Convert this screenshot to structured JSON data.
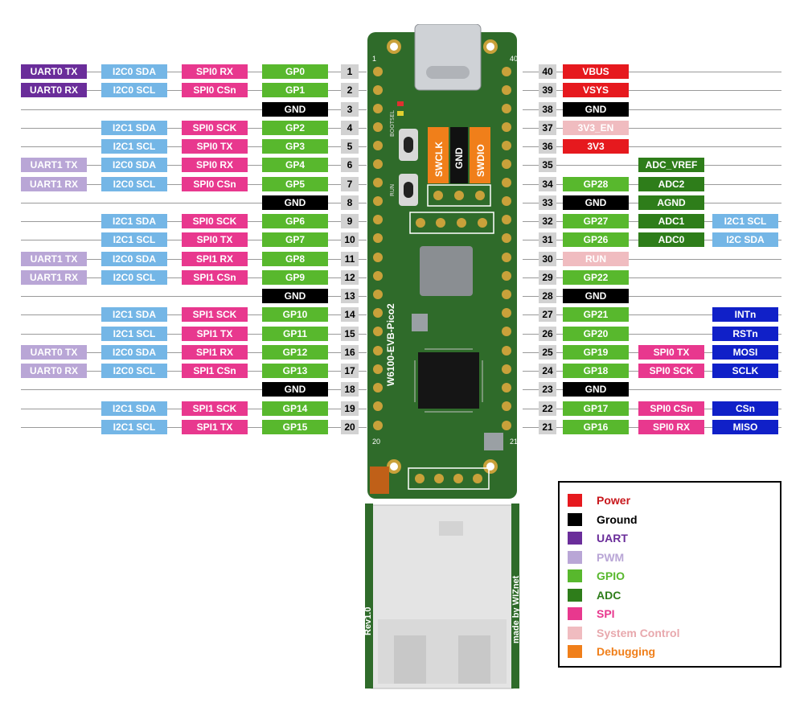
{
  "colors": {
    "power": "#e6191e",
    "ground": "#000000",
    "uart": "#6a2d9a",
    "pwm": "#b9a6d6",
    "gpio": "#58b82d",
    "adc": "#2e7d1a",
    "spi": "#e8388e",
    "sysctl": "#f0bcc0",
    "debug": "#f07f1a",
    "i2c": "#74b6e6",
    "eth": "#1020c8",
    "board": "#2f6b2a"
  },
  "board": {
    "silkscreen_name": "W6100-EVB-Pico2",
    "silkscreen_credit": "made by WIZnet",
    "silkscreen_rev": "Rev1.0",
    "corner_1": "1",
    "corner_40": "40",
    "corner_20": "20",
    "corner_21": "21",
    "bootsel": "BOOTSEL",
    "run": "RUN",
    "swd_labels": [
      "SWCLK",
      "GND",
      "SWDIO"
    ]
  },
  "left_rows": [
    {
      "pin": "1",
      "pin_label": "GP0",
      "pin_type": "gpio",
      "extras": [
        {
          "t": "SPI0 RX",
          "c": "spi"
        },
        {
          "t": "I2C0 SDA",
          "c": "i2c"
        },
        {
          "t": "UART0 TX",
          "c": "uart"
        }
      ]
    },
    {
      "pin": "2",
      "pin_label": "GP1",
      "pin_type": "gpio",
      "extras": [
        {
          "t": "SPI0 CSn",
          "c": "spi"
        },
        {
          "t": "I2C0 SCL",
          "c": "i2c"
        },
        {
          "t": "UART0 RX",
          "c": "uart"
        }
      ]
    },
    {
      "pin": "3",
      "pin_label": "GND",
      "pin_type": "ground",
      "extras": []
    },
    {
      "pin": "4",
      "pin_label": "GP2",
      "pin_type": "gpio",
      "extras": [
        {
          "t": "SPI0 SCK",
          "c": "spi"
        },
        {
          "t": "I2C1 SDA",
          "c": "i2c"
        }
      ]
    },
    {
      "pin": "5",
      "pin_label": "GP3",
      "pin_type": "gpio",
      "extras": [
        {
          "t": "SPI0 TX",
          "c": "spi"
        },
        {
          "t": "I2C1 SCL",
          "c": "i2c"
        }
      ]
    },
    {
      "pin": "6",
      "pin_label": "GP4",
      "pin_type": "gpio",
      "extras": [
        {
          "t": "SPI0 RX",
          "c": "spi"
        },
        {
          "t": "I2C0 SDA",
          "c": "i2c"
        },
        {
          "t": "UART1 TX",
          "c": "pwm"
        }
      ]
    },
    {
      "pin": "7",
      "pin_label": "GP5",
      "pin_type": "gpio",
      "extras": [
        {
          "t": "SPI0 CSn",
          "c": "spi"
        },
        {
          "t": "I2C0 SCL",
          "c": "i2c"
        },
        {
          "t": "UART1 RX",
          "c": "pwm"
        }
      ]
    },
    {
      "pin": "8",
      "pin_label": "GND",
      "pin_type": "ground",
      "extras": []
    },
    {
      "pin": "9",
      "pin_label": "GP6",
      "pin_type": "gpio",
      "extras": [
        {
          "t": "SPI0 SCK",
          "c": "spi"
        },
        {
          "t": "I2C1 SDA",
          "c": "i2c"
        }
      ]
    },
    {
      "pin": "10",
      "pin_label": "GP7",
      "pin_type": "gpio",
      "extras": [
        {
          "t": "SPI0 TX",
          "c": "spi"
        },
        {
          "t": "I2C1 SCL",
          "c": "i2c"
        }
      ]
    },
    {
      "pin": "11",
      "pin_label": "GP8",
      "pin_type": "gpio",
      "extras": [
        {
          "t": "SPI1 RX",
          "c": "spi"
        },
        {
          "t": "I2C0 SDA",
          "c": "i2c"
        },
        {
          "t": "UART1 TX",
          "c": "pwm"
        }
      ]
    },
    {
      "pin": "12",
      "pin_label": "GP9",
      "pin_type": "gpio",
      "extras": [
        {
          "t": "SPI1 CSn",
          "c": "spi"
        },
        {
          "t": "I2C0 SCL",
          "c": "i2c"
        },
        {
          "t": "UART1 RX",
          "c": "pwm"
        }
      ]
    },
    {
      "pin": "13",
      "pin_label": "GND",
      "pin_type": "ground",
      "extras": []
    },
    {
      "pin": "14",
      "pin_label": "GP10",
      "pin_type": "gpio",
      "extras": [
        {
          "t": "SPI1 SCK",
          "c": "spi"
        },
        {
          "t": "I2C1 SDA",
          "c": "i2c"
        }
      ]
    },
    {
      "pin": "15",
      "pin_label": "GP11",
      "pin_type": "gpio",
      "extras": [
        {
          "t": "SPI1 TX",
          "c": "spi"
        },
        {
          "t": "I2C1 SCL",
          "c": "i2c"
        }
      ]
    },
    {
      "pin": "16",
      "pin_label": "GP12",
      "pin_type": "gpio",
      "extras": [
        {
          "t": "SPI1 RX",
          "c": "spi"
        },
        {
          "t": "I2C0 SDA",
          "c": "i2c"
        },
        {
          "t": "UART0 TX",
          "c": "pwm"
        }
      ]
    },
    {
      "pin": "17",
      "pin_label": "GP13",
      "pin_type": "gpio",
      "extras": [
        {
          "t": "SPI1 CSn",
          "c": "spi"
        },
        {
          "t": "I2C0 SCL",
          "c": "i2c"
        },
        {
          "t": "UART0 RX",
          "c": "pwm"
        }
      ]
    },
    {
      "pin": "18",
      "pin_label": "GND",
      "pin_type": "ground",
      "extras": []
    },
    {
      "pin": "19",
      "pin_label": "GP14",
      "pin_type": "gpio",
      "extras": [
        {
          "t": "SPI1 SCK",
          "c": "spi"
        },
        {
          "t": "I2C1 SDA",
          "c": "i2c"
        }
      ]
    },
    {
      "pin": "20",
      "pin_label": "GP15",
      "pin_type": "gpio",
      "extras": [
        {
          "t": "SPI1 TX",
          "c": "spi"
        },
        {
          "t": "I2C1 SCL",
          "c": "i2c"
        }
      ]
    }
  ],
  "right_rows": [
    {
      "pin": "40",
      "pin_label": "VBUS",
      "pin_type": "power",
      "extras": []
    },
    {
      "pin": "39",
      "pin_label": "VSYS",
      "pin_type": "power",
      "extras": []
    },
    {
      "pin": "38",
      "pin_label": "GND",
      "pin_type": "ground",
      "extras": []
    },
    {
      "pin": "37",
      "pin_label": "3V3_EN",
      "pin_type": "sysctl",
      "extras": []
    },
    {
      "pin": "36",
      "pin_label": "3V3",
      "pin_type": "power",
      "extras": []
    },
    {
      "pin": "35",
      "pin_label": "",
      "pin_type": "none",
      "extras": [
        {
          "t": "ADC_VREF",
          "c": "adc",
          "wide": true
        }
      ]
    },
    {
      "pin": "34",
      "pin_label": "GP28",
      "pin_type": "gpio",
      "extras": [
        {
          "t": "ADC2",
          "c": "adc"
        }
      ]
    },
    {
      "pin": "33",
      "pin_label": "GND",
      "pin_type": "ground",
      "extras": [
        {
          "t": "AGND",
          "c": "adc"
        }
      ]
    },
    {
      "pin": "32",
      "pin_label": "GP27",
      "pin_type": "gpio",
      "extras": [
        {
          "t": "ADC1",
          "c": "adc"
        },
        {
          "t": "I2C1 SCL",
          "c": "i2c"
        }
      ]
    },
    {
      "pin": "31",
      "pin_label": "GP26",
      "pin_type": "gpio",
      "extras": [
        {
          "t": "ADC0",
          "c": "adc"
        },
        {
          "t": "I2C SDA",
          "c": "i2c"
        }
      ]
    },
    {
      "pin": "30",
      "pin_label": "RUN",
      "pin_type": "sysctl",
      "extras": []
    },
    {
      "pin": "29",
      "pin_label": "GP22",
      "pin_type": "gpio",
      "extras": []
    },
    {
      "pin": "28",
      "pin_label": "GND",
      "pin_type": "ground",
      "extras": []
    },
    {
      "pin": "27",
      "pin_label": "GP21",
      "pin_type": "gpio",
      "extras": [
        {
          "t": "INTn",
          "c": "eth",
          "far": true
        }
      ]
    },
    {
      "pin": "26",
      "pin_label": "GP20",
      "pin_type": "gpio",
      "extras": [
        {
          "t": "RSTn",
          "c": "eth",
          "far": true
        }
      ]
    },
    {
      "pin": "25",
      "pin_label": "GP19",
      "pin_type": "gpio",
      "extras": [
        {
          "t": "SPI0 TX",
          "c": "spi"
        },
        {
          "t": "MOSI",
          "c": "eth"
        }
      ]
    },
    {
      "pin": "24",
      "pin_label": "GP18",
      "pin_type": "gpio",
      "extras": [
        {
          "t": "SPI0 SCK",
          "c": "spi"
        },
        {
          "t": "SCLK",
          "c": "eth"
        }
      ]
    },
    {
      "pin": "23",
      "pin_label": "GND",
      "pin_type": "ground",
      "extras": []
    },
    {
      "pin": "22",
      "pin_label": "GP17",
      "pin_type": "gpio",
      "extras": [
        {
          "t": "SPI0 CSn",
          "c": "spi"
        },
        {
          "t": "CSn",
          "c": "eth"
        }
      ]
    },
    {
      "pin": "21",
      "pin_label": "GP16",
      "pin_type": "gpio",
      "extras": [
        {
          "t": "SPI0 RX",
          "c": "spi"
        },
        {
          "t": "MISO",
          "c": "eth"
        }
      ]
    }
  ],
  "legend": [
    {
      "label": "Power",
      "color": "#e6191e",
      "text_color": "#c8171c"
    },
    {
      "label": "Ground",
      "color": "#000000",
      "text_color": "#000000"
    },
    {
      "label": "UART",
      "color": "#6a2d9a",
      "text_color": "#6a2d9a"
    },
    {
      "label": "PWM",
      "color": "#b9a6d6",
      "text_color": "#b9a6d6"
    },
    {
      "label": "GPIO",
      "color": "#58b82d",
      "text_color": "#58b82d"
    },
    {
      "label": "ADC",
      "color": "#2e7d1a",
      "text_color": "#2e7d1a"
    },
    {
      "label": "SPI",
      "color": "#e8388e",
      "text_color": "#e8388e"
    },
    {
      "label": "System Control",
      "color": "#f0bcc0",
      "text_color": "#e8a8ad"
    },
    {
      "label": "Debugging",
      "color": "#f07f1a",
      "text_color": "#f07f1a"
    }
  ]
}
